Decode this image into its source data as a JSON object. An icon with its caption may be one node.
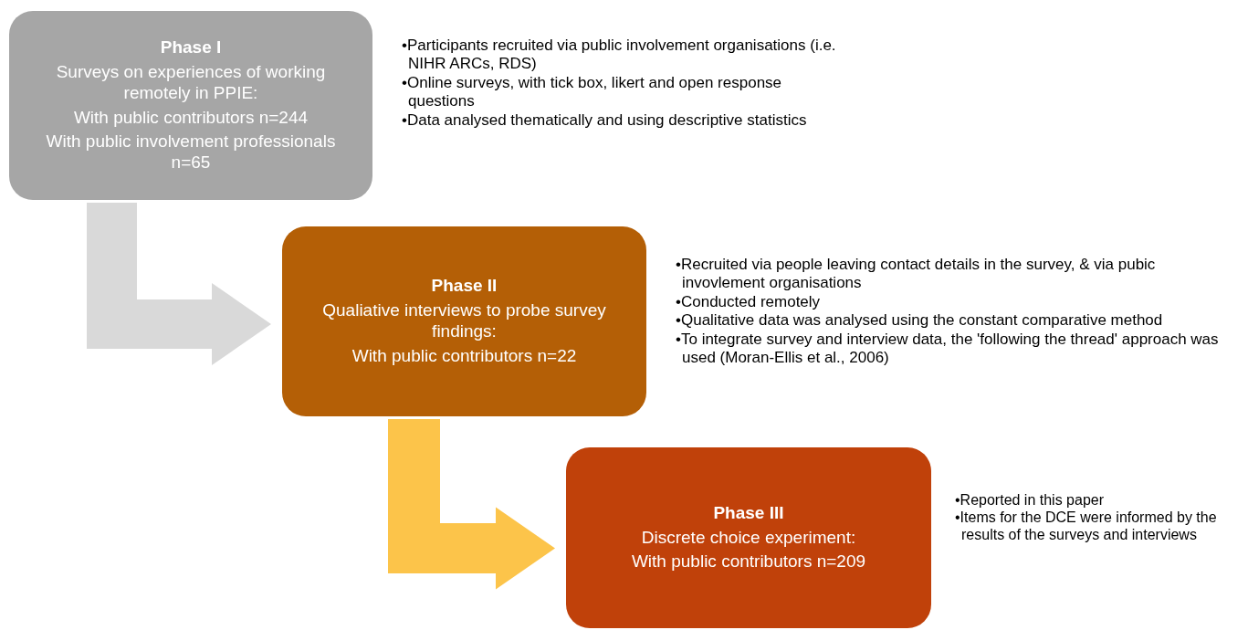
{
  "diagram": {
    "nodes": [
      {
        "text": [
          "Phase I",
          "Surveys on experiences of working remotely in PPIE:",
          "With public contributors n=244",
          "With public involvement professionals n=65"
        ],
        "beside": [
          "•Participants recruited via public involvement organisations (i.e. NIHR ARCs, RDS)",
          "•Online surveys, with tick box, likert and open response questions",
          "•Data analysed thematically and using descriptive statistics"
        ]
      },
      {
        "text": [
          "Phase II",
          "Qualiative interviews to probe survey findings:",
          "With public contributors n=22"
        ],
        "beside": [
          "•Recruited via people leaving contact details in the survey, & via pubic invovlement organisations",
          "•Conducted remotely",
          "•Qualitative data was analysed using the constant comparative method",
          "•To integrate survey and interview data, the 'following the thread' approach was used (Moran-Ellis et al., 2006)"
        ]
      },
      {
        "text": [
          "Phase III",
          "Discrete choice experiment:",
          "With public contributors n=209"
        ],
        "beside": [
          "•Reported in this paper",
          "•Items for the DCE were informed by the results of the surveys and interviews"
        ]
      }
    ],
    "edges": [
      {
        "from": 0,
        "to": 1,
        "arrow": "to",
        "style": "thick",
        "color": "#d9d9d9"
      },
      {
        "from": 1,
        "to": 2,
        "arrow": "to",
        "style": "thick",
        "color": "#fcc44a"
      }
    ]
  }
}
